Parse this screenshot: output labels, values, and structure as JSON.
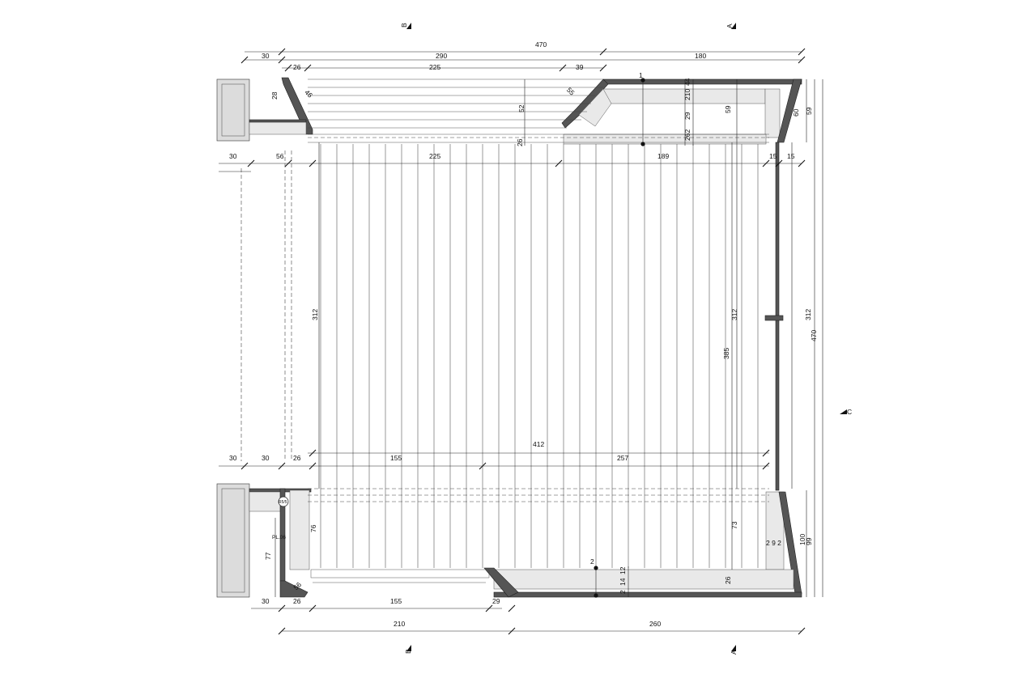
{
  "section_markers": [
    {
      "id": "marker-b-top",
      "label": "B"
    },
    {
      "id": "marker-a-top",
      "label": "A"
    },
    {
      "id": "marker-b-bottom",
      "label": "B"
    },
    {
      "id": "marker-a-bottom",
      "label": "A"
    },
    {
      "id": "marker-c-right",
      "label": "C"
    }
  ],
  "points": {
    "p1": "1",
    "p2": "2"
  },
  "notes": {
    "pl06": "PL.06",
    "detail_tag": "R5/5"
  },
  "dims": {
    "top_total": "470",
    "top_30": "30",
    "top_290": "290",
    "top_180": "180",
    "top_26": "26",
    "top_225": "225",
    "top_39": "39",
    "d28": "28",
    "d46": "46",
    "d52": "52",
    "d55": "55",
    "d26_mid": "26",
    "d29": "29",
    "d210": "210",
    "d44": "44",
    "d59_in": "59",
    "d2_62": "262",
    "row_30": "30",
    "row_56": "56",
    "row_225": "225",
    "row_189": "189",
    "row_15a": "15",
    "row_15b": "15",
    "d60": "60",
    "d59_right": "59",
    "left_312": "312",
    "mid_312": "312",
    "mid_385": "385",
    "right_312": "312",
    "right_470": "470",
    "d412": "412",
    "low_30a": "30",
    "low_30b": "30",
    "low_26": "26",
    "low_155": "155",
    "low_257": "257",
    "d76": "76",
    "d77": "77",
    "d73": "73",
    "d292": "2 9 2",
    "d100": "100",
    "d99": "99",
    "d12": "12",
    "d14": "14",
    "d2": "2",
    "d26_low": "26",
    "d56": "56",
    "bot_30": "30",
    "bot_26": "26",
    "bot_155": "155",
    "bot_29": "29",
    "bot_210": "210",
    "bot_260": "260"
  }
}
